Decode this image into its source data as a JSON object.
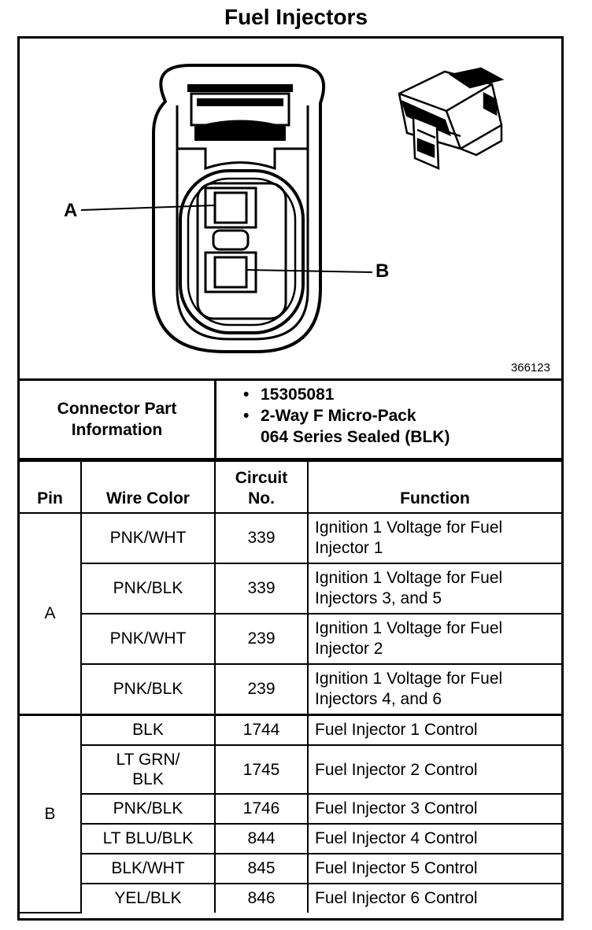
{
  "title": "Fuel Injectors",
  "diagram": {
    "pin_a_label": "A",
    "pin_b_label": "B",
    "figure_number": "366123"
  },
  "connector": {
    "label_line1": "Connector Part",
    "label_line2": "Information",
    "part_number": "15305081",
    "description_line1": "2-Way F Micro-Pack",
    "description_line2": "064 Series Sealed (BLK)"
  },
  "table": {
    "headers": {
      "pin": "Pin",
      "wire_color": "Wire Color",
      "circuit_line1": "Circuit",
      "circuit_line2": "No.",
      "function": "Function"
    },
    "pin_a": "A",
    "pin_b": "B",
    "rows": [
      {
        "wire": "PNK/WHT",
        "circuit": "339",
        "function_line1": "Ignition 1 Voltage for Fuel",
        "function_line2": "Injector 1"
      },
      {
        "wire": "PNK/BLK",
        "circuit": "339",
        "function_line1": "Ignition 1 Voltage for Fuel",
        "function_line2": "Injectors 3, and 5"
      },
      {
        "wire": "PNK/WHT",
        "circuit": "239",
        "function_line1": "Ignition 1 Voltage for Fuel",
        "function_line2": "Injector 2"
      },
      {
        "wire": "PNK/BLK",
        "circuit": "239",
        "function_line1": "Ignition 1 Voltage for Fuel",
        "function_line2": "Injectors 4, and 6"
      },
      {
        "wire": "BLK",
        "circuit": "1744",
        "function_line1": "Fuel Injector 1 Control",
        "function_line2": ""
      },
      {
        "wire_line1": "LT GRN/",
        "wire_line2": "BLK",
        "circuit": "1745",
        "function_line1": "Fuel Injector 2 Control",
        "function_line2": ""
      },
      {
        "wire": "PNK/BLK",
        "circuit": "1746",
        "function_line1": "Fuel Injector 3 Control",
        "function_line2": ""
      },
      {
        "wire": "LT BLU/BLK",
        "circuit": "844",
        "function_line1": "Fuel Injector 4 Control",
        "function_line2": ""
      },
      {
        "wire": "BLK/WHT",
        "circuit": "845",
        "function_line1": "Fuel Injector 5 Control",
        "function_line2": ""
      },
      {
        "wire": "YEL/BLK",
        "circuit": "846",
        "function_line1": "Fuel Injector 6 Control",
        "function_line2": ""
      }
    ]
  }
}
